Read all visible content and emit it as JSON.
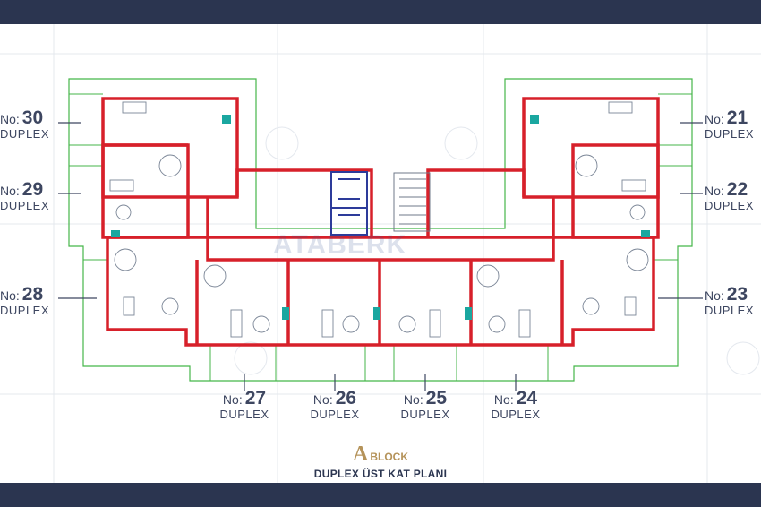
{
  "watermark": "ATABERK",
  "units_left": [
    {
      "no": "No:",
      "num": "30",
      "type": "DUPLEX"
    },
    {
      "no": "No:",
      "num": "29",
      "type": "DUPLEX"
    },
    {
      "no": "No:",
      "num": "28",
      "type": "DUPLEX"
    }
  ],
  "units_right": [
    {
      "no": "No:",
      "num": "21",
      "type": "DUPLEX"
    },
    {
      "no": "No:",
      "num": "22",
      "type": "DUPLEX"
    },
    {
      "no": "No:",
      "num": "23",
      "type": "DUPLEX"
    }
  ],
  "units_bottom": [
    {
      "no": "No:",
      "num": "27",
      "type": "DUPLEX"
    },
    {
      "no": "No:",
      "num": "26",
      "type": "DUPLEX"
    },
    {
      "no": "No:",
      "num": "25",
      "type": "DUPLEX"
    },
    {
      "no": "No:",
      "num": "24",
      "type": "DUPLEX"
    }
  ],
  "title": {
    "letter": "A",
    "word": "BLOCK",
    "subtitle": "DUPLEX ÜST KAT PLANI"
  },
  "colors": {
    "band": "#2b3550",
    "walls": "#d7202a",
    "terrace": "#45b649",
    "core": "#2d3b9a",
    "accent": "#b5935a",
    "label": "#3d4660"
  }
}
